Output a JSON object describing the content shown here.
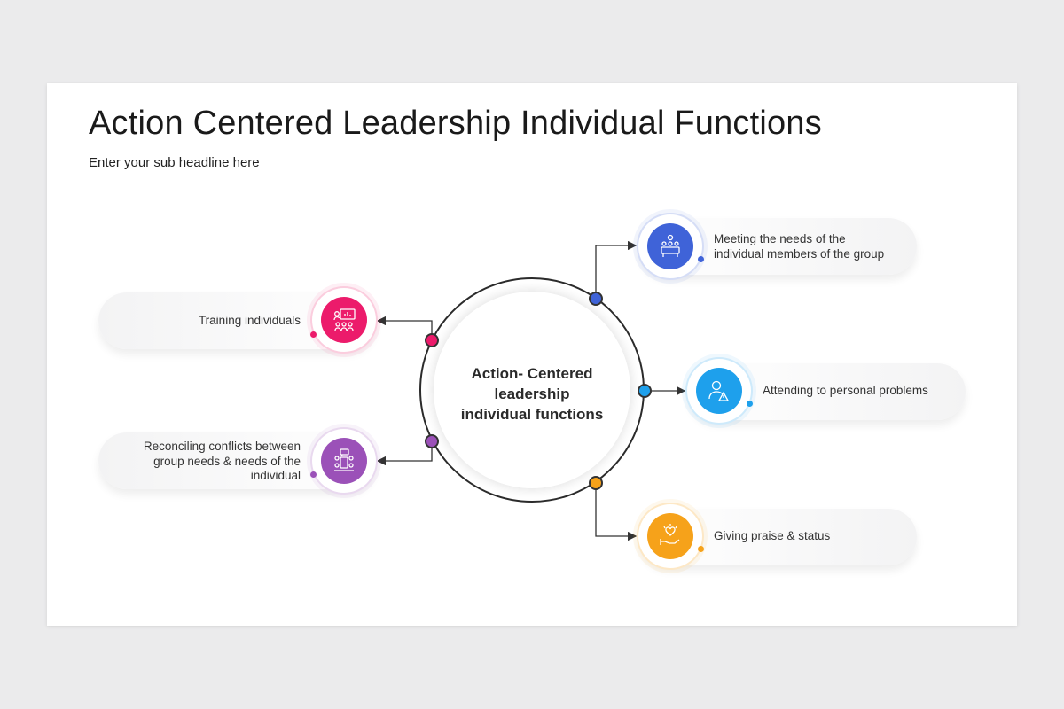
{
  "title": "Action Centered Leadership Individual Functions",
  "subtitle": "Enter your sub headline here",
  "center": {
    "line1": "Action-  Centered",
    "line2": "leadership",
    "line3": "individual functions"
  },
  "colors": {
    "pink": "#ec1b6b",
    "purple": "#9b51b8",
    "blue_dark": "#3f63d8",
    "blue_light": "#1ea0ec",
    "orange": "#f6a21a"
  },
  "items": [
    {
      "label_lines": [
        "Meeting the needs of the",
        "individual members of the group"
      ],
      "icon": "group-meeting-icon",
      "color": "#3f63d8"
    },
    {
      "label_lines": [
        "Attending to personal problems"
      ],
      "icon": "person-problem-icon",
      "color": "#1ea0ec"
    },
    {
      "label_lines": [
        "Giving praise & status"
      ],
      "icon": "praise-hand-icon",
      "color": "#f6a21a"
    },
    {
      "label_lines": [
        "Training individuals"
      ],
      "icon": "training-presentation-icon",
      "color": "#ec1b6b"
    },
    {
      "label_lines": [
        "Reconciling conflicts between",
        "group needs & needs of the",
        "individual"
      ],
      "icon": "conflict-resolution-icon",
      "color": "#9b51b8"
    }
  ]
}
